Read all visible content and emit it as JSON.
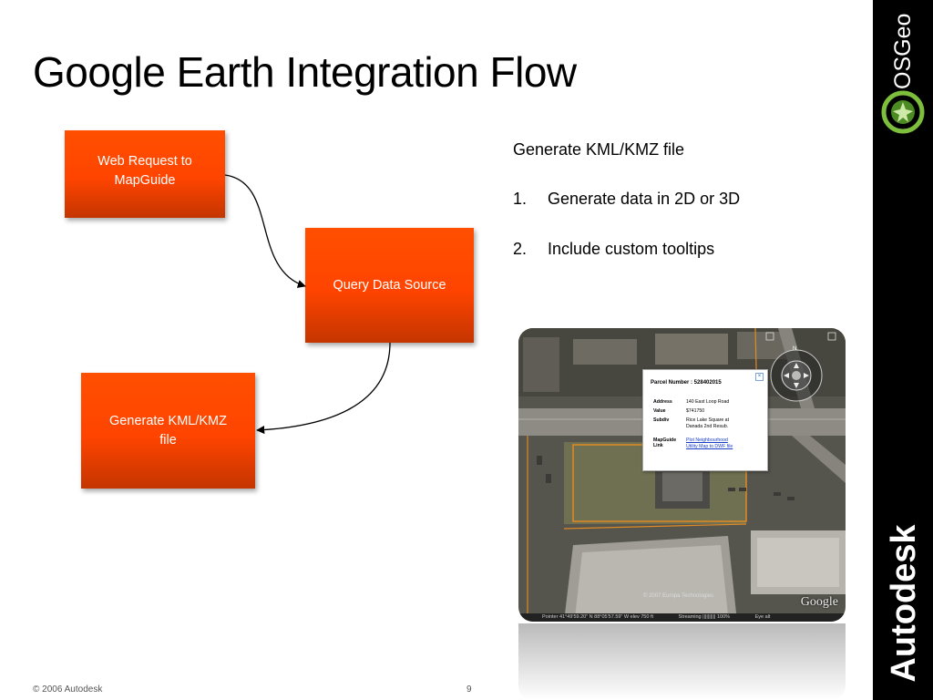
{
  "slide": {
    "title": "Google Earth Integration Flow",
    "footer_left": "© 2006 Autodesk",
    "page_number": "9"
  },
  "branding": {
    "osgeo": "OSGeo",
    "autodesk": "Autodesk",
    "sidebar_color": "#000000",
    "accent_color": "#ff4a00"
  },
  "flow": {
    "step1": [
      "Web Request to",
      "MapGuide"
    ],
    "step2": [
      "Query Data Source"
    ],
    "step3": [
      "Generate KML/KMZ",
      "file"
    ]
  },
  "description": {
    "heading": "Generate KML/KMZ file",
    "items": [
      {
        "num": "1.",
        "text": "Generate data in 2D or 3D"
      },
      {
        "num": "2.",
        "text": "Include custom tooltips"
      }
    ]
  },
  "screenshot": {
    "compass_label": "N",
    "popup": {
      "title": "Parcel Number : 528402015",
      "rows": [
        {
          "key": "Address",
          "value": "140 East Loop Road"
        },
        {
          "key": "Value",
          "value": "$741750"
        },
        {
          "key": "Subdiv",
          "value": "Rice Lake Square at Danada 2nd Resub."
        },
        {
          "key": "MapGuide Link",
          "value": "Plot Neighbourhood",
          "value2": "Utility Map to DWF file"
        }
      ]
    },
    "credit": "© 2007 Europa Technologies",
    "google": "Google",
    "status": {
      "pointer": "Pointer  41°49'59.20\" N   88°05'57.59\" W   elev  750 ft",
      "streaming": "Streaming ||||||||||  100%",
      "eye": "Eye alt"
    }
  }
}
